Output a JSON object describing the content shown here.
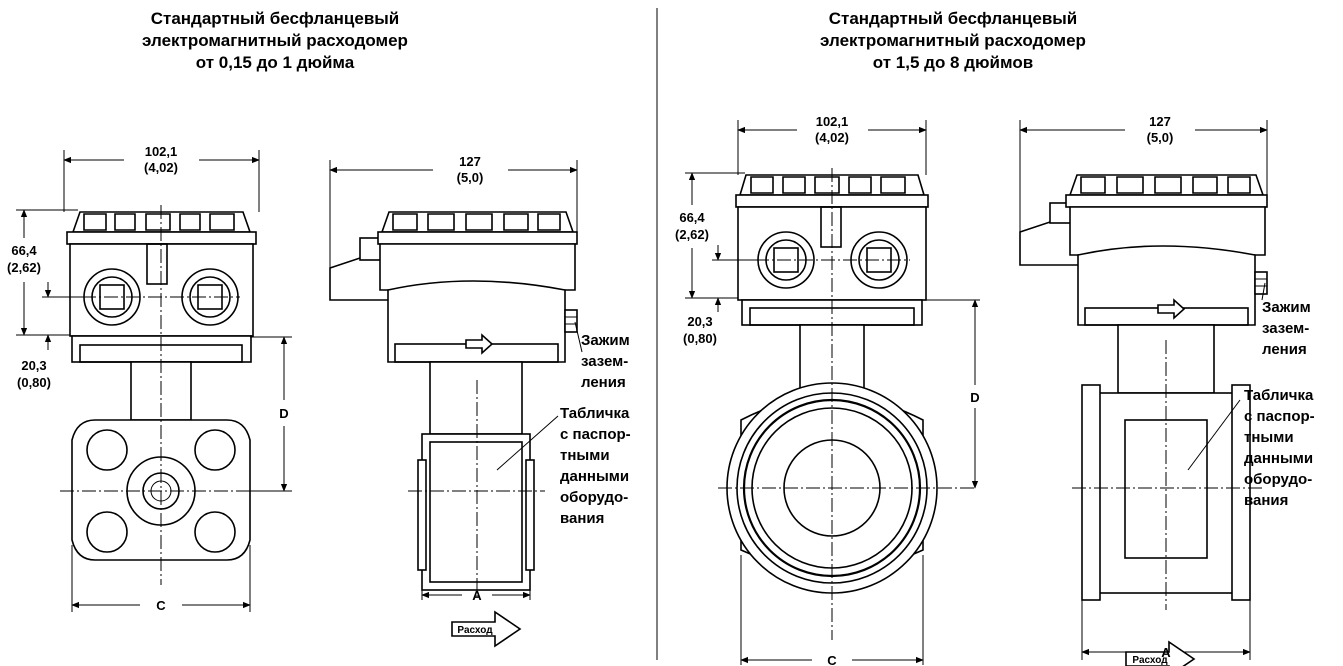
{
  "left_panel": {
    "title_lines": [
      "Стандартный бесфланцевый",
      "электромагнитный расходомер",
      "от 0,15 до 1 дюйма"
    ],
    "front": {
      "width_mm": "102,1",
      "width_in": "(4,02)",
      "height_mm": "66,4",
      "height_in": "(2,62)",
      "lower_mm": "20,3",
      "lower_in": "(0,80)",
      "dim_d": "D",
      "dim_c": "C"
    },
    "side": {
      "width_mm": "127",
      "width_in": "(5,0)",
      "dim_a": "A",
      "ground_lines": [
        "Зажим",
        "зазем-",
        "ления"
      ],
      "plate_lines": [
        "Табличка",
        "с паспор-",
        "тными",
        "данными",
        "оборудо-",
        "вания"
      ],
      "flow_label": "Расход"
    }
  },
  "right_panel": {
    "title_lines": [
      "Стандартный бесфланцевый",
      "электромагнитный расходомер",
      "от 1,5 до 8 дюймов"
    ],
    "front": {
      "width_mm": "102,1",
      "width_in": "(4,02)",
      "height_mm": "66,4",
      "height_in": "(2,62)",
      "lower_mm": "20,3",
      "lower_in": "(0,80)",
      "dim_d": "D",
      "dim_c": "C"
    },
    "side": {
      "width_mm": "127",
      "width_in": "(5,0)",
      "dim_a": "A",
      "ground_lines": [
        "Зажим",
        "зазем-",
        "ления"
      ],
      "plate_lines": [
        "Табличка",
        "с паспор-",
        "тными",
        "данными",
        "оборудо-",
        "вания"
      ],
      "flow_label": "Расход"
    }
  }
}
